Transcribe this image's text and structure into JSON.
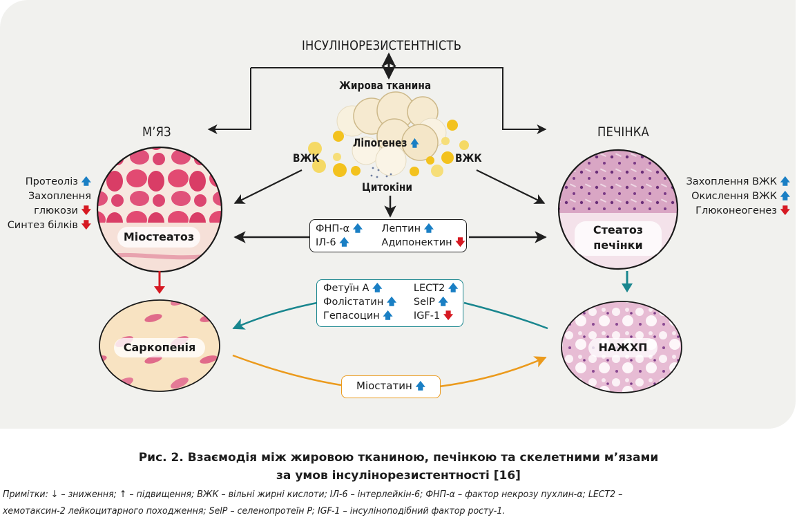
{
  "diagram": {
    "top_label": "ІНСУЛІНОРЕЗИСТЕНТНІСТЬ",
    "adipose": {
      "title": "Жирова тканина",
      "lipogenesis": {
        "label": "Ліпогенез",
        "trend": "up"
      },
      "ffa_left": "ВЖК",
      "ffa_right": "ВЖК",
      "cytokines": "Цитокіни"
    },
    "muscle": {
      "title": "М’ЯЗ",
      "effects": [
        {
          "label": "Протеоліз",
          "trend": "up"
        },
        {
          "label": "Захоплення",
          "trend": ""
        },
        {
          "label": "глюкози",
          "trend": "down"
        },
        {
          "label": "Синтез білків",
          "trend": "down"
        }
      ],
      "state1": "Міостеатоз",
      "state2": "Саркопенія"
    },
    "liver": {
      "title": "ПЕЧІНКА",
      "effects": [
        {
          "label": "Захоплення ВЖК",
          "trend": "up"
        },
        {
          "label": "Окислення ВЖК",
          "trend": "up"
        },
        {
          "label": "Глюконеогенез",
          "trend": "down"
        }
      ],
      "state1_line1": "Стеатоз",
      "state1_line2": "печінки",
      "state2": "НАЖХП"
    },
    "adipokines_box": [
      {
        "label": "ФНП-α",
        "trend": "up"
      },
      {
        "label": "Лептин",
        "trend": "up"
      },
      {
        "label": "ІЛ-6",
        "trend": "up"
      },
      {
        "label": "Адипонектин",
        "trend": "down"
      }
    ],
    "hepatokines_box": [
      {
        "label": "Фетуїн А",
        "trend": "up"
      },
      {
        "label": "LECT2",
        "trend": "up"
      },
      {
        "label": "Фолістатин",
        "trend": "up"
      },
      {
        "label": "SelP",
        "trend": "up"
      },
      {
        "label": "Гепасоцин",
        "trend": "up"
      },
      {
        "label": "IGF-1",
        "trend": "down"
      }
    ],
    "myokine_box": {
      "label": "Міостатин",
      "trend": "up"
    },
    "symbols": {
      "up": "🡅",
      "down": "🡇"
    }
  },
  "colors": {
    "panel_bg": "#f1f1ee",
    "up_arrow": "#1a7fc4",
    "down_arrow": "#d61922",
    "teal": "#19868e",
    "orange": "#eb9a1c",
    "black": "#1f1f1f"
  },
  "caption": {
    "line1": "Рис. 2. Взаємодія між жировою тканиною, печінкою та скелетними м’язами",
    "line2": "за умов інсулінорезистентності [16]",
    "notes_line1": "Примітки: ↓ – зниження; ↑ – підвищення; ВЖК – вільні жирні кислоти; ІЛ-6 – інтерлейкін-6; ФНП-α – фактор некрозу пухлин-α; LECT2 –",
    "notes_line2": "хемотаксин-2 лейкоцитарного походження; SelP – селенопротеїн P; IGF-1 – інсуліноподібний фактор росту-1."
  }
}
